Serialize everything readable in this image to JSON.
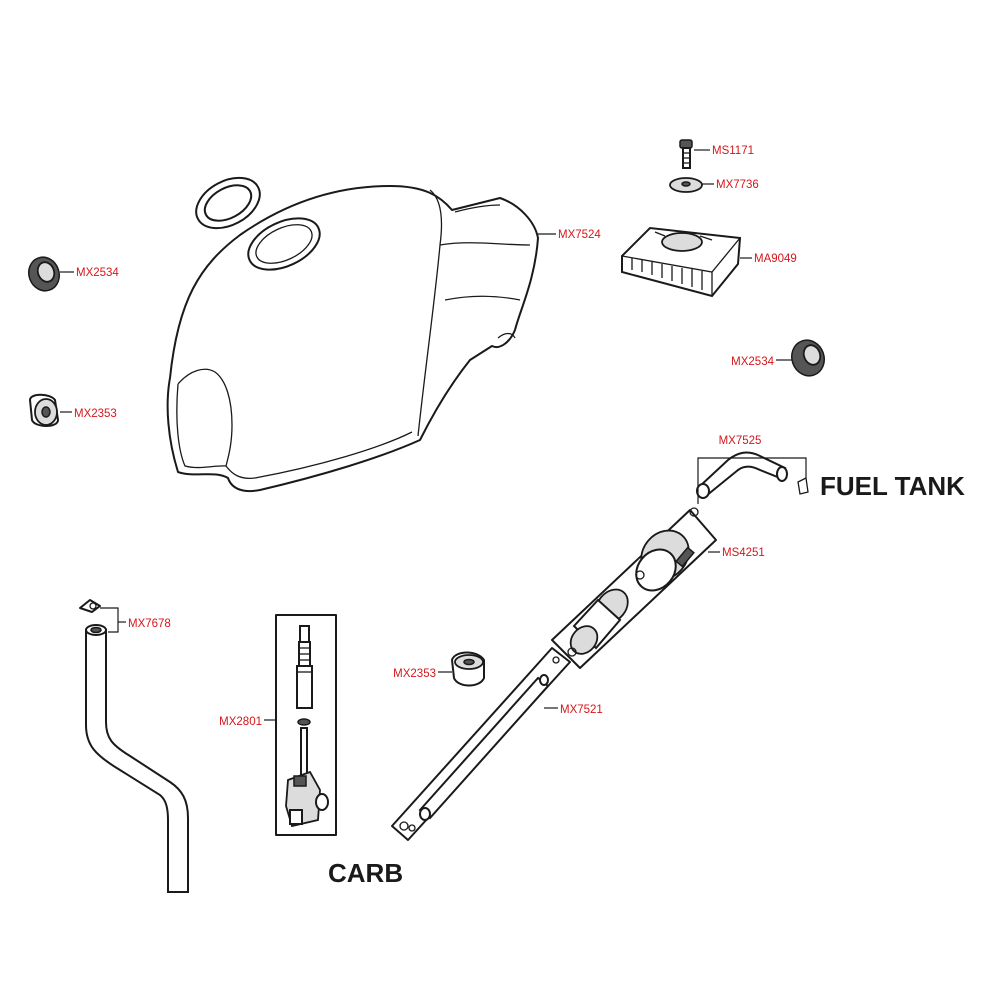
{
  "labels": {
    "ms1171": "MS1171",
    "mx7736": "MX7736",
    "mx7524": "MX7524",
    "ma9049": "MA9049",
    "mx2534_left": "MX2534",
    "mx2534_right": "MX2534",
    "mx2353_left": "MX2353",
    "mx7525": "MX7525",
    "ms4251": "MS4251",
    "mx7678": "MX7678",
    "mx2801": "MX2801",
    "mx2353_mid": "MX2353",
    "mx7521": "MX7521"
  },
  "titles": {
    "fuel_tank": "FUEL TANK",
    "carb": "CARB"
  },
  "colors": {
    "label": "#d4161c",
    "line": "#1a1a1a"
  }
}
